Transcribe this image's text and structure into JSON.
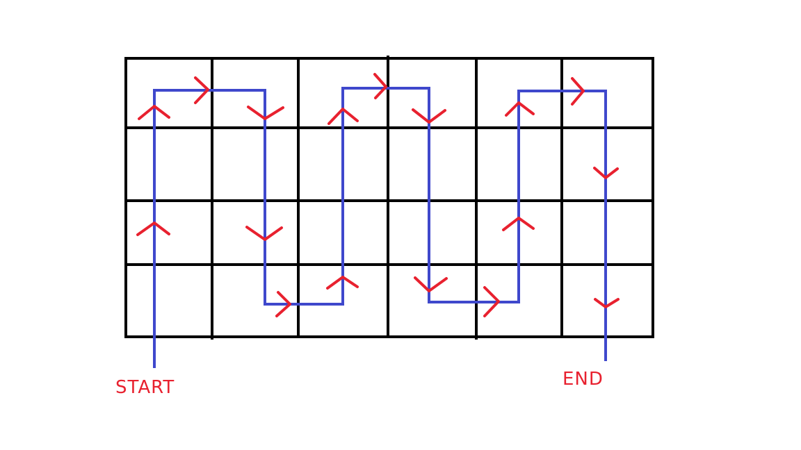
{
  "labels": {
    "start": "START",
    "end": "END"
  },
  "grid": {
    "rows": 4,
    "columns": 6
  },
  "colors": {
    "grid_lines": "#000000",
    "path": "#3f48cc",
    "arrows_and_labels": "#e8212f"
  }
}
